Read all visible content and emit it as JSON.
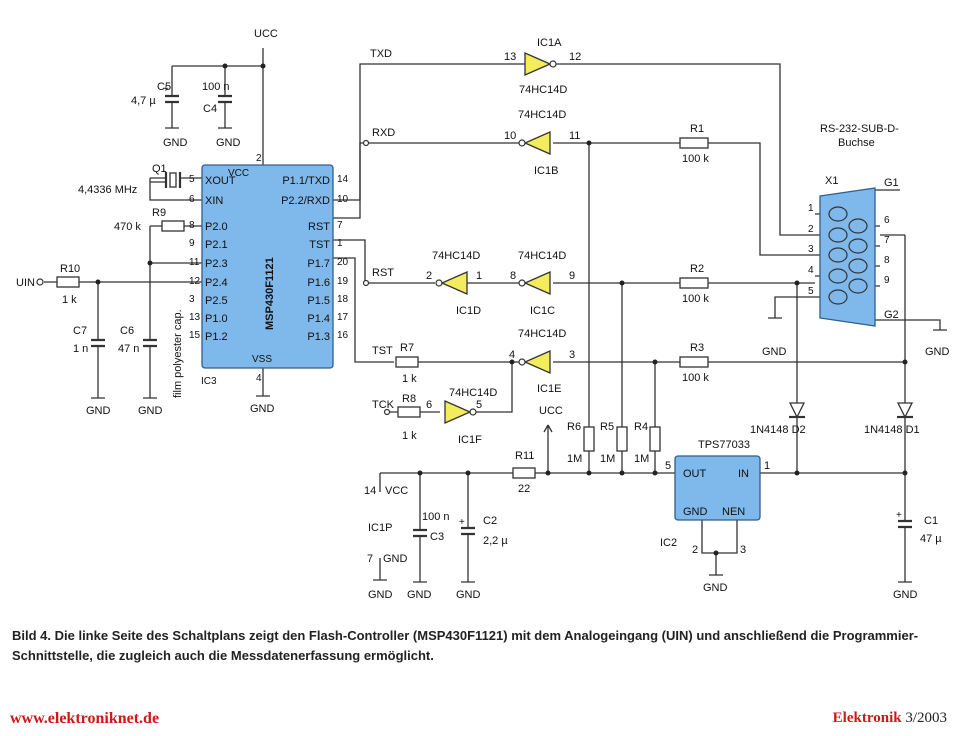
{
  "labels": {
    "ucc_top": "UCC",
    "ucc_mid": "UCC",
    "c5": "C5",
    "c5_val": "4,7 µ",
    "c4": "C4",
    "c4_val": "100 n",
    "q1": "Q1",
    "q1_val": "4,4336 MHz",
    "r9": "R9",
    "r9_val": "470 k",
    "uin": "UIN",
    "r10": "R10",
    "r10_val": "1 k",
    "c7": "C7",
    "c7_val": "1 n",
    "c6": "C6",
    "c6_val": "47 n",
    "film": "film polyester cap.",
    "gnd": "GND",
    "ic3_name": "MSP430F1121",
    "ic3": "IC3",
    "ic3_vcc": "VCC",
    "ic3_vss": "VSS",
    "ic3_left": [
      "XOUT",
      "XIN",
      "P2.0",
      "P2.1",
      "P2.3",
      "P2.4",
      "P2.5",
      "P1.0",
      "P1.2"
    ],
    "ic3_left_nums": [
      "5",
      "6",
      "8",
      "9",
      "11",
      "12",
      "3",
      "13",
      "15"
    ],
    "ic3_right": [
      "P1.1/TXD",
      "P2.2/RXD",
      "RST",
      "TST",
      "P1.7",
      "P1.6",
      "P1.5",
      "P1.4",
      "P1.3"
    ],
    "ic3_right_nums": [
      "14",
      "10",
      "7",
      "1",
      "20",
      "19",
      "18",
      "17",
      "16"
    ],
    "pin2": "2",
    "pin4": "4",
    "txd": "TXD",
    "rxd": "RXD",
    "rst": "RST",
    "tst": "TST",
    "tck": "TCK",
    "hc14": "74HC14D",
    "ic1a": "IC1A",
    "ic1b": "IC1B",
    "ic1c": "IC1C",
    "ic1d": "IC1D",
    "ic1e": "IC1E",
    "ic1f": "IC1F",
    "n13": "13",
    "n12": "12",
    "n10": "10",
    "n11": "11",
    "n2": "2",
    "n1": "1",
    "n8": "8",
    "n9": "9",
    "n4": "4",
    "n3": "3",
    "n6": "6",
    "n5": "5",
    "r1": "R1",
    "r2": "R2",
    "r3": "R3",
    "r100k": "100 k",
    "r7": "R7",
    "r8": "R8",
    "r1k": "1 k",
    "r6": "R6",
    "r5": "R5",
    "r4": "R4",
    "r1m": "1M",
    "r11": "R11",
    "r11_val": "22",
    "rs232": "RS-232-SUB-D-",
    "buchse": "Buchse",
    "x1": "X1",
    "g1": "G1",
    "g2": "G2",
    "sub_left": [
      "1",
      "2",
      "3",
      "4",
      "5"
    ],
    "sub_right": [
      "6",
      "7",
      "8",
      "9"
    ],
    "d2": "1N4148  D2",
    "d1": "1N4148  D1",
    "tps": "TPS77033",
    "tps_out": "OUT",
    "tps_in": "IN",
    "tps_gnd": "GND",
    "tps_nen": "NEN",
    "ic2": "IC2",
    "tps_n5": "5",
    "tps_n1": "1",
    "tps_n2": "2",
    "tps_n3": "3",
    "c1": "C1",
    "c1_val": "47 µ",
    "c2": "C2",
    "c2_val": "2,2 µ",
    "c3": "C3",
    "c3_val": "100 n",
    "ic1p": "IC1P",
    "ic1p_14": "14",
    "ic1p_vcc": "VCC",
    "ic1p_7": "7",
    "ic1p_gnd": "GND"
  },
  "caption": "Bild 4. Die linke Seite des Schaltplans zeigt den Flash-Controller (MSP430F1121) mit dem Analogeingang (UIN) und anschließend die Programmier-Schnittstelle, die zugleich auch die Messdatenerfassung ermöglicht.",
  "footer": {
    "website": "www.elektroniknet.de",
    "brand": "Elektronik",
    "issue": "3/2003"
  },
  "colors": {
    "ic_fill": "#7fb8ea",
    "buffer_fill": "#f3ec5c",
    "footer_red": "#d01818"
  }
}
